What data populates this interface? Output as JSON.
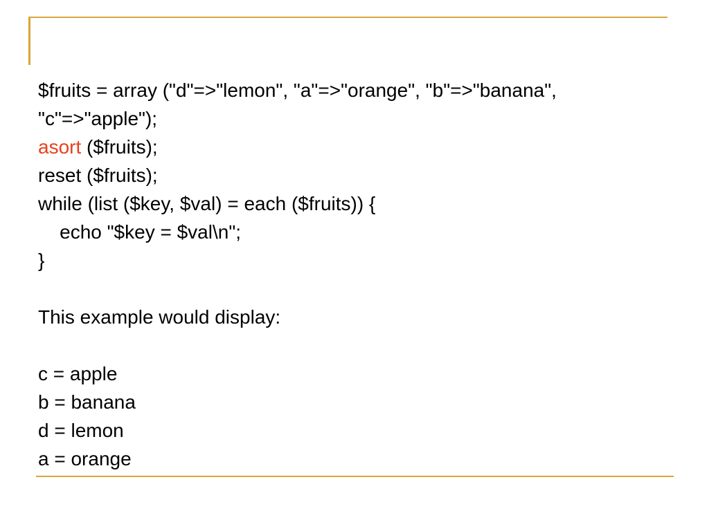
{
  "code": {
    "line1": "$fruits = array (\"d\"=>\"lemon\", \"a\"=>\"orange\", \"b\"=>\"banana\",",
    "line2": "\"c\"=>\"apple\");",
    "line3_keyword": "asort",
    "line3_rest": " ($fruits);",
    "line4": "reset ($fruits);",
    "line5": "while (list ($key, $val) = each ($fruits)) {",
    "line6": "    echo \"$key = $val\\n\";",
    "line7": "}"
  },
  "description": "This example would display:",
  "output": [
    "c = apple",
    "b = banana",
    "d = lemon",
    "a = orange"
  ],
  "colors": {
    "accent": "#D9A63A",
    "keyword": "#E8401C"
  }
}
